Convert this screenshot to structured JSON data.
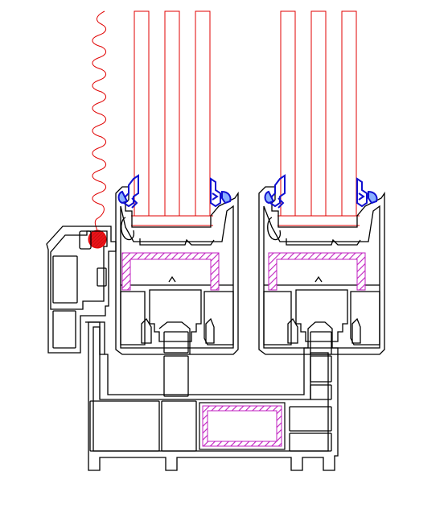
{
  "diagram": {
    "kind": "window-profile-section",
    "colors": {
      "background": "#ffffff",
      "profile_outline": "#000000",
      "glass": "#e00000",
      "gasket": "#1010d0",
      "gasket_fill": "#8ab0ff",
      "steel_reinforcement": "#c020c0",
      "seal_dot": "#e8141a"
    },
    "icons": {
      "glass_panes": "triple-glazing-lines",
      "gaskets": "glazing-gasket-shape",
      "reinforcement": "hatched-steel-profile",
      "wall_edge": "wavy-break-line"
    }
  }
}
